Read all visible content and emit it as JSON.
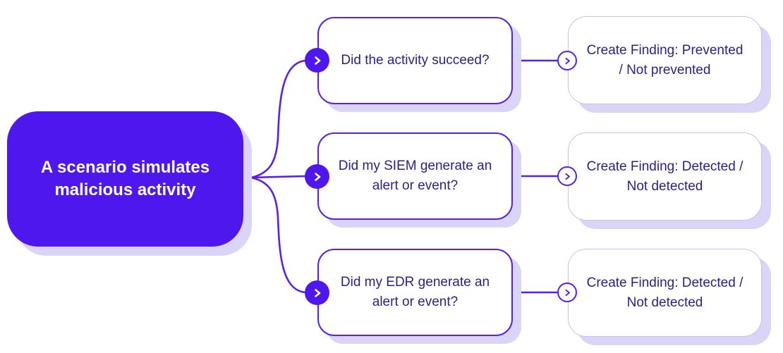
{
  "colors": {
    "accent": "#4d17ee",
    "line": "#5b1fe8",
    "node_border": "#5b1fe8",
    "finding_border": "#c8c2f1",
    "text": "#2d1e87",
    "shadow": "#dad4f7",
    "canvas_bg": "#ffffff"
  },
  "diagram": {
    "type": "flowchart",
    "start": {
      "label": "A scenario simulates malicious activity"
    },
    "rows": [
      {
        "question": "Did the activity succeed?",
        "finding": "Create Finding: Prevented / Not prevented"
      },
      {
        "question": "Did my SIEM generate an alert or event?",
        "finding": "Create Finding: Detected / Not detected"
      },
      {
        "question": "Did my EDR generate an alert or event?",
        "finding": "Create Finding: Detected / Not detected"
      }
    ],
    "icons": {
      "question_badge": "chevron-right-icon",
      "finding_badge": "chevron-right-icon"
    }
  }
}
